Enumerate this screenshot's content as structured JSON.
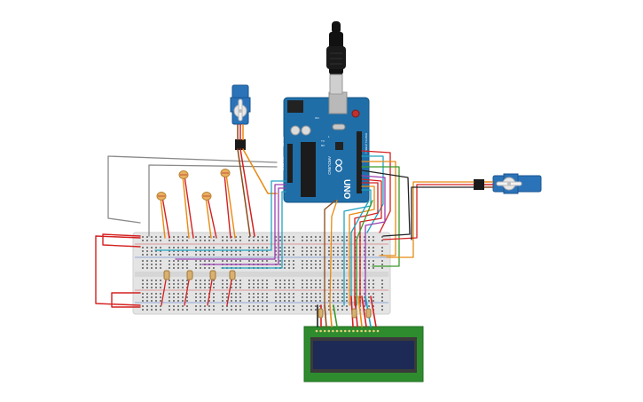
{
  "arduino": {
    "logo_text": "UNO",
    "brand_text": "ARDUINO",
    "header_digital": "DIGITAL (PWM~)",
    "header_analog": "ANALOG IN",
    "header_power": "POWER",
    "tx_label": "TX",
    "rx_label": "RX",
    "on_label": "ON",
    "l_label": "L"
  },
  "components": {
    "usb_cable": "usb-cable",
    "servo_top": "servo-motor",
    "servo_right": "servo-motor",
    "lcd": "lcd-16x2",
    "photoresistors": 4,
    "resistors": 4
  },
  "colors": {
    "board_blue": "#1f6ea8",
    "breadboard": "#e6e6e6",
    "lcd_green": "#2e8b2e",
    "lcd_screen": "#1d2a55",
    "servo_blue": "#2b73b8",
    "wire_red": "#d42020",
    "wire_black": "#222222",
    "wire_orange": "#e88a12",
    "wire_green": "#3a9a2a",
    "wire_cyan": "#1fa3c0",
    "wire_purple": "#9a3fb0",
    "wire_grey": "#8a8a8a",
    "wire_brown": "#8b4a1a"
  }
}
